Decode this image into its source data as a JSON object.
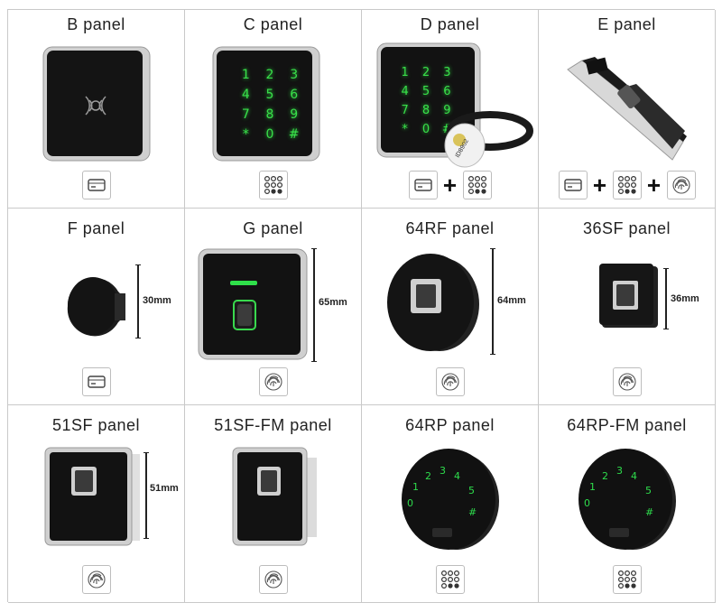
{
  "panels": [
    {
      "title": "B panel"
    },
    {
      "title": "C panel"
    },
    {
      "title": "D panel"
    },
    {
      "title": "E panel"
    },
    {
      "title": "F panel",
      "dimension": "30mm"
    },
    {
      "title": "G panel",
      "dimension": "65mm"
    },
    {
      "title": "64RF panel",
      "dimension": "64mm"
    },
    {
      "title": "36SF panel",
      "dimension": "36mm"
    },
    {
      "title": "51SF panel",
      "dimension": "51mm"
    },
    {
      "title": "51SF-FM panel"
    },
    {
      "title": "64RP panel"
    },
    {
      "title": "64RP-FM panel"
    }
  ],
  "keypad_keys": [
    "1",
    "2",
    "3",
    "4",
    "5",
    "6",
    "7",
    "8",
    "9",
    "*",
    "0",
    "#"
  ],
  "rp_keys": [
    "1",
    "2",
    "3",
    "4",
    "5",
    "0",
    "#"
  ],
  "wristband_text": "ID8902",
  "plus_sign": "+",
  "icons": {
    "card": "card-icon",
    "keypad": "keypad-icon",
    "fingerprint": "fingerprint-icon"
  },
  "colors": {
    "key_green": "#39e04a",
    "panel_black": "#111111",
    "frame_silver": "#c8c8c8"
  }
}
